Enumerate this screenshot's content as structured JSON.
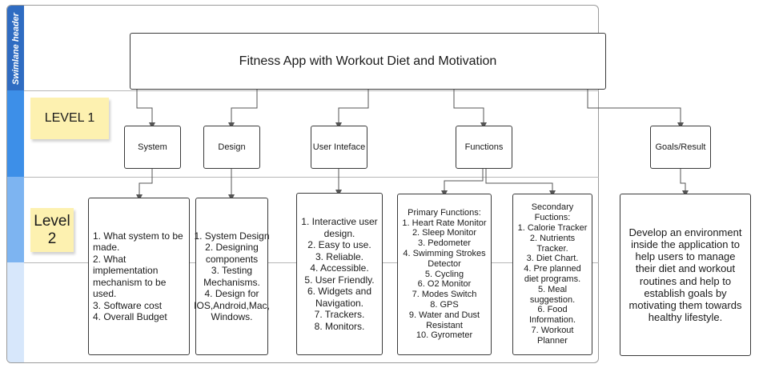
{
  "swimlane": {
    "header_label": "Swimlane header"
  },
  "title": "Fitness App with Workout Diet and Motivation",
  "stickies": {
    "level1": "LEVEL 1",
    "level2": "Level\n2"
  },
  "level1_nodes": [
    "System",
    "Design",
    "User Inteface",
    "Functions",
    "Goals/Result"
  ],
  "level2": {
    "system": "1. What system to be made.\n2. What implementation mechanism to be used.\n3. Software cost\n4. Overall Budget",
    "design": "1. System Design\n2. Designing components\n3. Testing Mechanisms.\n4. Design for IOS,Android,Mac, Windows.",
    "ui": "1. Interactive user design.\n2. Easy to use.\n3. Reliable.\n4. Accessible.\n5. User Friendly.\n6. Widgets and Navigation.\n7. Trackers.\n8. Monitors.",
    "primary": "Primary Functions:\n1. Heart Rate Monitor\n2. Sleep Monitor\n3. Pedometer\n4. Swimming Strokes Detector\n5. Cycling\n6. O2 Monitor\n7. Modes Switch\n8. GPS\n9. Water and Dust Resistant\n10. Gyrometer",
    "secondary": "Secondary Fuctions:\n1. Calorie Tracker\n2. Nutrients Tracker.\n3. Diet Chart.\n4. Pre planned diet programs.\n5. Meal suggestion.\n6. Food Information.\n7. Workout Planner",
    "goals": "Develop an environment inside the application to help users to manage their diet and workout routines and help to establish goals by motivating them towards healthy lifestyle."
  }
}
